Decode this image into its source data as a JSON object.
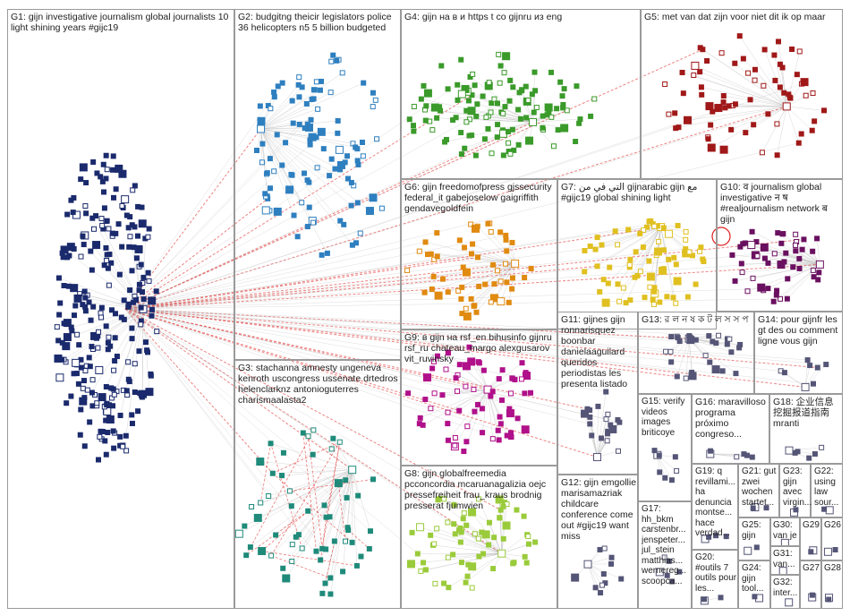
{
  "colors": {
    "G1": "#1a2a6c",
    "G2": "#2e7fbf",
    "G3": "#1f8a7a",
    "G4": "#3a9a2a",
    "G5": "#a01818",
    "G6": "#e08a10",
    "G7": "#e0c020",
    "G8": "#9acb3a",
    "G9": "#b0108a",
    "G10": "#6a1060",
    "edge": "#bdbdbd",
    "highlight": "#e02020"
  },
  "groups": [
    {
      "id": "G1",
      "label": "G1: gijn investigative journalism global journalists 10 light shining years #gijc19"
    },
    {
      "id": "G2",
      "label": "G2: budgitng theicir legislators police 36 helicopters n5 5 billion budgeted"
    },
    {
      "id": "G3",
      "label": "G3: stachanna amnesty ungeneva kenroth uscongress ussenate drtedros helenclarknz antonioguterres charismaalasta2"
    },
    {
      "id": "G4",
      "label": "G4: gijn на в и https t co gijnru из eng"
    },
    {
      "id": "G5",
      "label": "G5: met van dat zijn voor niet dit ik op maar"
    },
    {
      "id": "G6",
      "label": "G6: gijn freedomofpress gjssecurity federal_it gabejoselow gaigriffith gendavegoldfein"
    },
    {
      "id": "G7",
      "label": "G7: التي في من gijnarabic gijn مع #gijc19 global shining light"
    },
    {
      "id": "G8",
      "label": "G8: gijn globalfreemedia pcconcordia mcaruanagalizia oejc pressefreiheit frau_kraus brodnig presserat fjumwien"
    },
    {
      "id": "G9",
      "label": "G9: в gijn на rsf_en bihusinfo gijnru rsf_ru chateau_margo alexgusarov vit_ruvinsky"
    },
    {
      "id": "G10",
      "label": "G10: व journalism global investigative न ष #realjournalism network ब gijn"
    },
    {
      "id": "G11",
      "label": "G11: gijnes gijn ronnarisquez boonbar danielaaguilard queridos periodistas les presenta listado"
    },
    {
      "id": "G12",
      "label": "G12: gijn emgollie marisamazriak childcare conference come out #gijc19 want miss"
    },
    {
      "id": "G13",
      "label": "G13: র ল ন ষ ক ট ল স স প"
    },
    {
      "id": "G14",
      "label": "G14: pour gijnfr les gt des ou comment ligne vous gijn"
    },
    {
      "id": "G15",
      "label": "G15: verify videos images briticoye"
    },
    {
      "id": "G16",
      "label": "G16: maravilloso programa próximo congreso..."
    },
    {
      "id": "G17",
      "label": "G17: hh_bkm carstenbr... jenspeter... jul_stein matthias... wernereg... scoopca..."
    },
    {
      "id": "G18",
      "label": "G18: 企业信息 挖掘报道指南 mranti"
    },
    {
      "id": "G19",
      "label": "G19: q revillami... ha denuncia montse... hace verdad..."
    },
    {
      "id": "G20",
      "label": "G20: #outils 7 outils pour les..."
    },
    {
      "id": "G21",
      "label": "G21: gut zwei wochen startet..."
    },
    {
      "id": "G22",
      "label": "G22: using law sour..."
    },
    {
      "id": "G23",
      "label": "G23: gijn avec virgin..."
    },
    {
      "id": "G24",
      "label": "G24: gijn tool..."
    },
    {
      "id": "G25",
      "label": "G25: gijn"
    },
    {
      "id": "G26",
      "label": "G26"
    },
    {
      "id": "G27",
      "label": "G27"
    },
    {
      "id": "G28",
      "label": "G28"
    },
    {
      "id": "G29",
      "label": "G29"
    },
    {
      "id": "G30",
      "label": "G30: van je"
    },
    {
      "id": "G31",
      "label": "G31: van..."
    },
    {
      "id": "G32",
      "label": "G32: inter..."
    }
  ]
}
